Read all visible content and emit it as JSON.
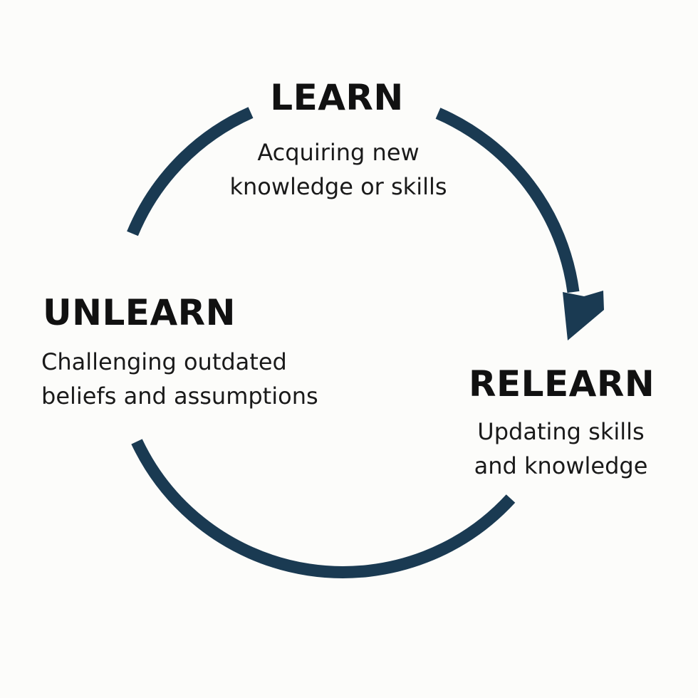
{
  "stages": {
    "learn": {
      "title": "LEARN",
      "description_lines": [
        "Acquiring new",
        "knowledge or skills"
      ]
    },
    "unlearn": {
      "title": "UNLEARN",
      "description_lines": [
        "Challenging outdated",
        "beliefs and assumptions"
      ]
    },
    "relearn": {
      "title": "RELEARN",
      "description_lines": [
        "Updating skills",
        "and knowledge"
      ]
    }
  },
  "colors": {
    "arc": "#1a3a52",
    "text": "#111111",
    "background": "#fcfcfa"
  }
}
